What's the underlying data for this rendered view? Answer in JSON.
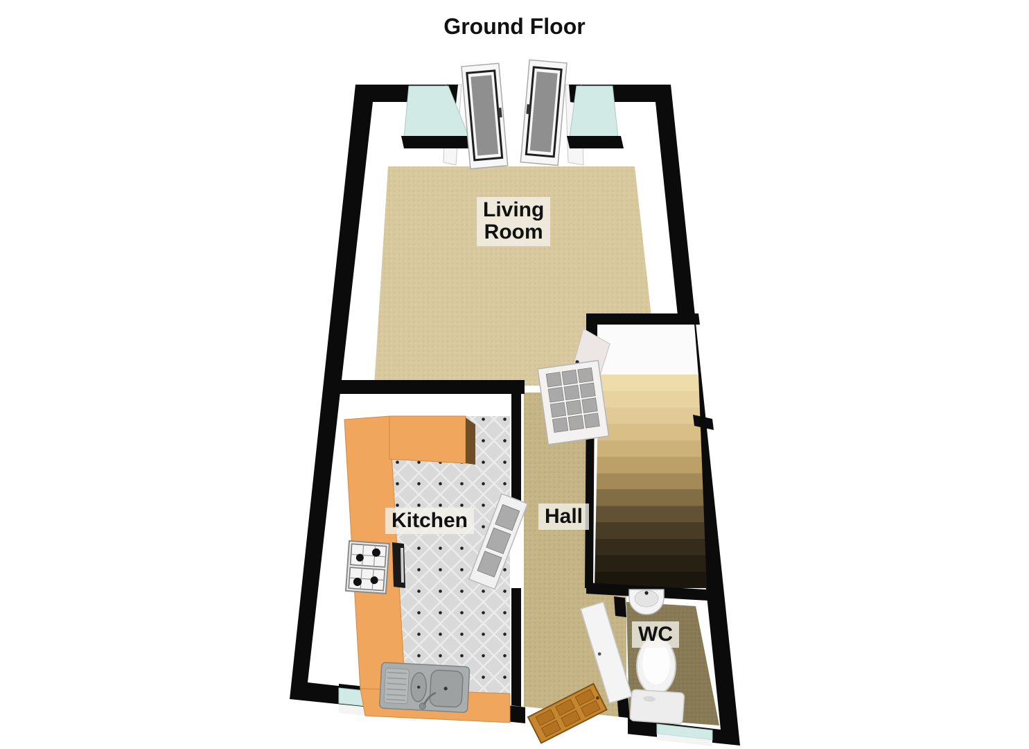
{
  "title": "Ground Floor",
  "rooms": {
    "living_room": {
      "line1": "Living",
      "line2": "Room"
    },
    "kitchen": {
      "label": "Kitchen"
    },
    "hall": {
      "label": "Hall"
    },
    "wc": {
      "label": "WC"
    }
  },
  "fixtures": [
    "french-patio-doors",
    "window-top-left",
    "window-top-right",
    "glazed-hall-door",
    "stair-door",
    "staircase",
    "kitchen-door",
    "kitchen-hob",
    "oven",
    "kitchen-sink",
    "kitchen-window",
    "front-door",
    "wc-door",
    "wash-basin",
    "toilet",
    "wc-window"
  ],
  "colors": {
    "wall": "#0b0b0b",
    "living_carpet": "#d8c89d",
    "hall_carpet": "#c4b486",
    "kitchen_tile": "#d9d9d9",
    "counter_top": "#f0a65c",
    "counter_side": "#6f4e26",
    "glass": "#d2eae5",
    "wood_door": "#c6862e",
    "wc_floor": "#887a55",
    "stairs_light": "#eedcab",
    "stairs_dark": "#1c170d",
    "label_text": "#111111",
    "label_bg_rgba": "rgba(243,242,236,0.78)"
  }
}
